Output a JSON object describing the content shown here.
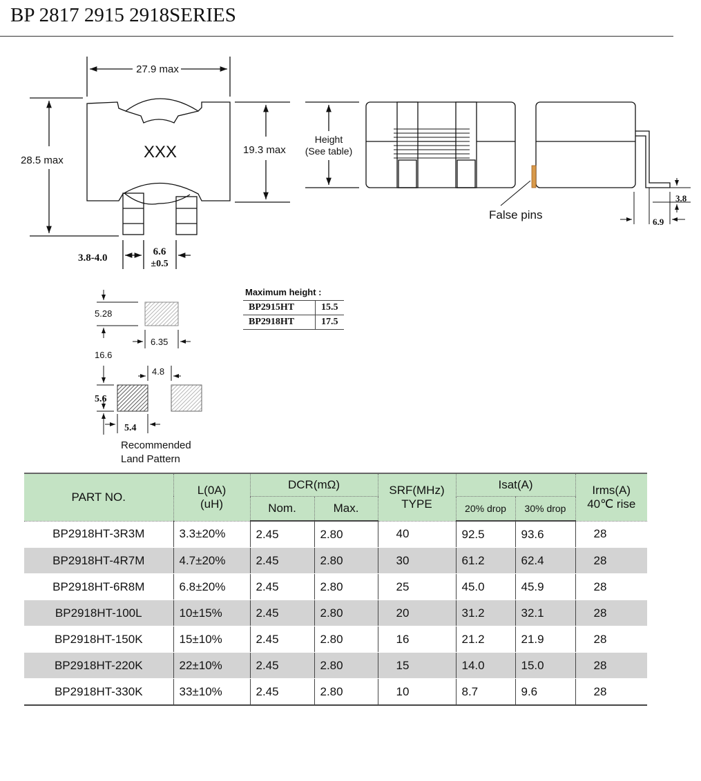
{
  "title": "BP 2817 2915 2918SERIES",
  "drawing": {
    "width_label": "27.9 max",
    "height_label": "28.5 max",
    "body_label": "19.3 max",
    "marking": "XXX",
    "pad_gap": "3.8-4.0",
    "pitch": "6.6",
    "pitch_tol": "±0.5",
    "height_note_1": "Height",
    "height_note_2": "(See table)",
    "false_pins": "False pins",
    "lead_h": "3.8",
    "lead_w": "6.9"
  },
  "land": {
    "d1": "5.28",
    "d2": "6.35",
    "d3": "16.6",
    "d4": "4.8",
    "d5": "5.6",
    "d6": "5.4",
    "caption_1": "Recommended",
    "caption_2": "Land Pattern"
  },
  "max_height": {
    "heading": "Maximum height :",
    "rows": [
      {
        "part": "BP2915HT",
        "value": "15.5"
      },
      {
        "part": "BP2918HT",
        "value": "17.5"
      }
    ]
  },
  "table": {
    "headers": {
      "part": "PART NO.",
      "l1": "L(0A)",
      "l2": "(uH)",
      "dcr": "DCR(mΩ)",
      "nom": "Nom.",
      "max": "Max.",
      "srf1": "SRF(MHz)",
      "srf2": "TYPE",
      "isat": "Isat(A)",
      "d20": "20% drop",
      "d30": "30% drop",
      "irms1": "Irms(A)",
      "irms2": "40℃ rise"
    },
    "rows": [
      [
        "BP2918HT-3R3M",
        "3.3±20%",
        "2.45",
        "2.80",
        "40",
        "92.5",
        "93.6",
        "28"
      ],
      [
        "BP2918HT-4R7M",
        "4.7±20%",
        "2.45",
        "2.80",
        "30",
        "61.2",
        "62.4",
        "28"
      ],
      [
        "BP2918HT-6R8M",
        "6.8±20%",
        "2.45",
        "2.80",
        "25",
        "45.0",
        "45.9",
        "28"
      ],
      [
        "BP2918HT-100L",
        "10±15%",
        "2.45",
        "2.80",
        "20",
        "31.2",
        "32.1",
        "28"
      ],
      [
        "BP2918HT-150K",
        "15±10%",
        "2.45",
        "2.80",
        "16",
        "21.2",
        "21.9",
        "28"
      ],
      [
        "BP2918HT-220K",
        "22±10%",
        "2.45",
        "2.80",
        "15",
        "14.0",
        "15.0",
        "28"
      ],
      [
        "BP2918HT-330K",
        "33±10%",
        "2.45",
        "2.80",
        "10",
        "8.7",
        "9.6",
        "28"
      ]
    ]
  }
}
